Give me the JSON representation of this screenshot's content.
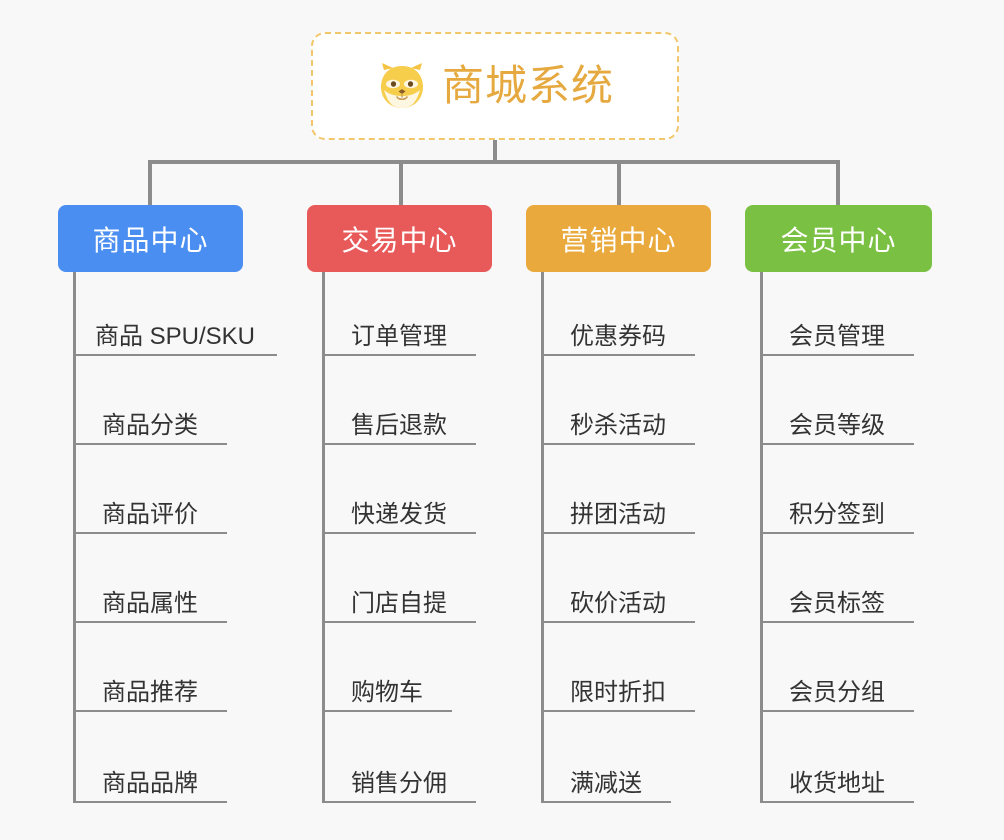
{
  "background_color": "#f8f8f8",
  "root": {
    "title": "商城系统",
    "icon": "shiba-dog-face-icon",
    "border_color": "#f2c66a",
    "text_color": "#e5a93f",
    "background": "#ffffff"
  },
  "connector_color": "#8c8c8c",
  "branches": [
    {
      "header": "商品中心",
      "color": "#4a8ef1",
      "items": [
        "商品 SPU/SKU",
        "商品分类",
        "商品评价",
        "商品属性",
        "商品推荐",
        "商品品牌"
      ]
    },
    {
      "header": "交易中心",
      "color": "#e8595a",
      "items": [
        "订单管理",
        "售后退款",
        "快递发货",
        "门店自提",
        "购物车",
        "销售分佣"
      ]
    },
    {
      "header": "营销中心",
      "color": "#eaa93c",
      "items": [
        "优惠券码",
        "秒杀活动",
        "拼团活动",
        "砍价活动",
        "限时折扣",
        "满减送"
      ]
    },
    {
      "header": "会员中心",
      "color": "#7ac143",
      "items": [
        "会员管理",
        "会员等级",
        "积分签到",
        "会员标签",
        "会员分组",
        "收货地址"
      ]
    }
  ]
}
